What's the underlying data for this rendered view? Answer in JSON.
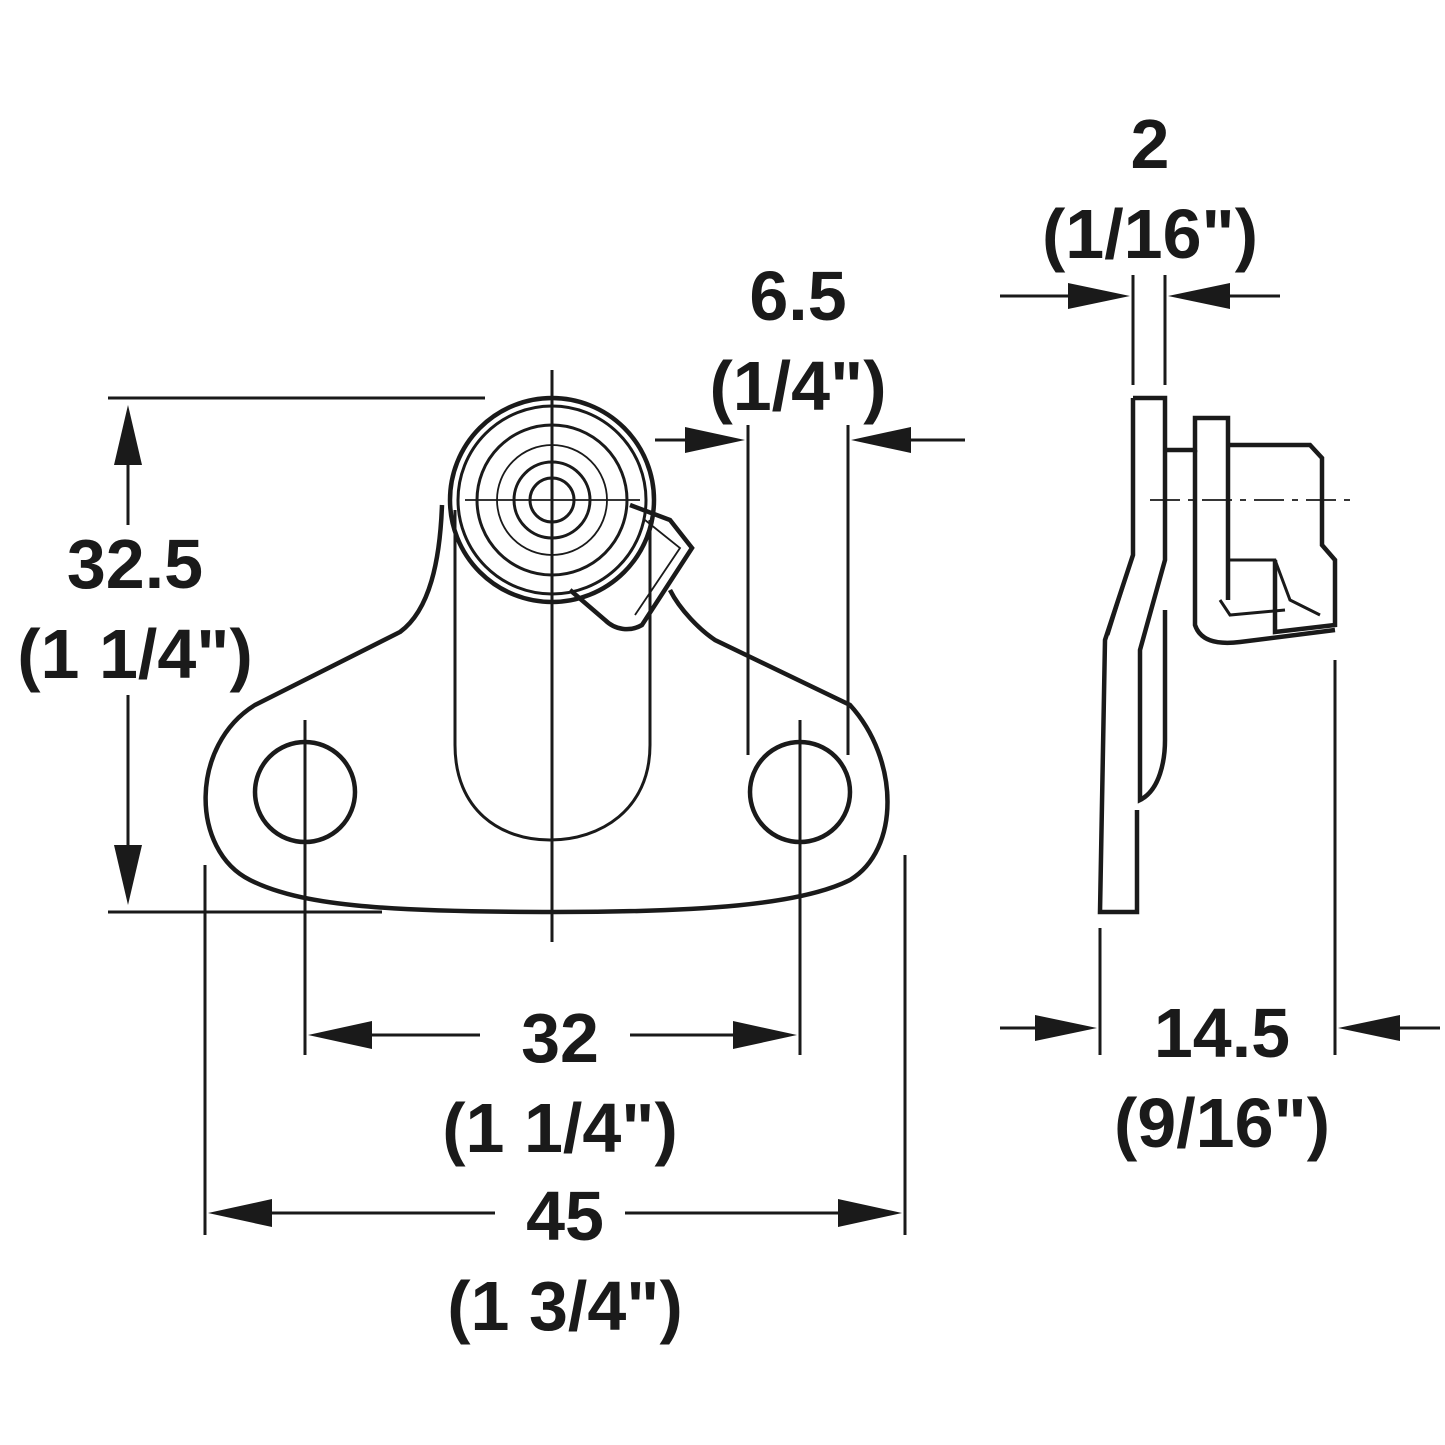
{
  "dimensions": {
    "height": {
      "metric": "32.5",
      "imperial": "(1 1/4\")"
    },
    "slot_width": {
      "metric": "6.5",
      "imperial": "(1/4\")"
    },
    "thickness": {
      "metric": "2",
      "imperial": "(1/16\")"
    },
    "hole_spacing": {
      "metric": "32",
      "imperial": "(1 1/4\")"
    },
    "overall_width": {
      "metric": "45",
      "imperial": "(1 3/4\")"
    },
    "depth": {
      "metric": "14.5",
      "imperial": "(9/16\")"
    }
  },
  "colors": {
    "line": "#1a1a1a",
    "background": "#ffffff"
  }
}
